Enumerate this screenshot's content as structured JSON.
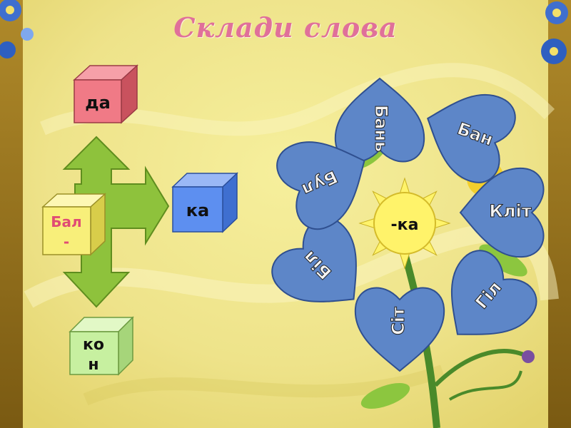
{
  "title": "Склади слова",
  "cubes": {
    "top": "да",
    "left_line1": "Бал",
    "left_line2": "-",
    "right": "ка",
    "bottom_line1": "ко",
    "bottom_line2": "н"
  },
  "flower": {
    "center": "-ка",
    "petals": [
      "Бань",
      "Бан",
      "Кліт",
      "Гіл",
      "Сіт",
      "Біл",
      "Бул"
    ]
  },
  "colors": {
    "background": "#efe590",
    "title": "#e0709a",
    "cube_top": "#f07a86",
    "cube_left": "#f8ef7a",
    "cube_right": "#5d8ff0",
    "cube_bottom": "#c7f0a0",
    "arrow": "#8ec23c",
    "petal": "#5d86c8",
    "flower_center": "#fff36a"
  }
}
